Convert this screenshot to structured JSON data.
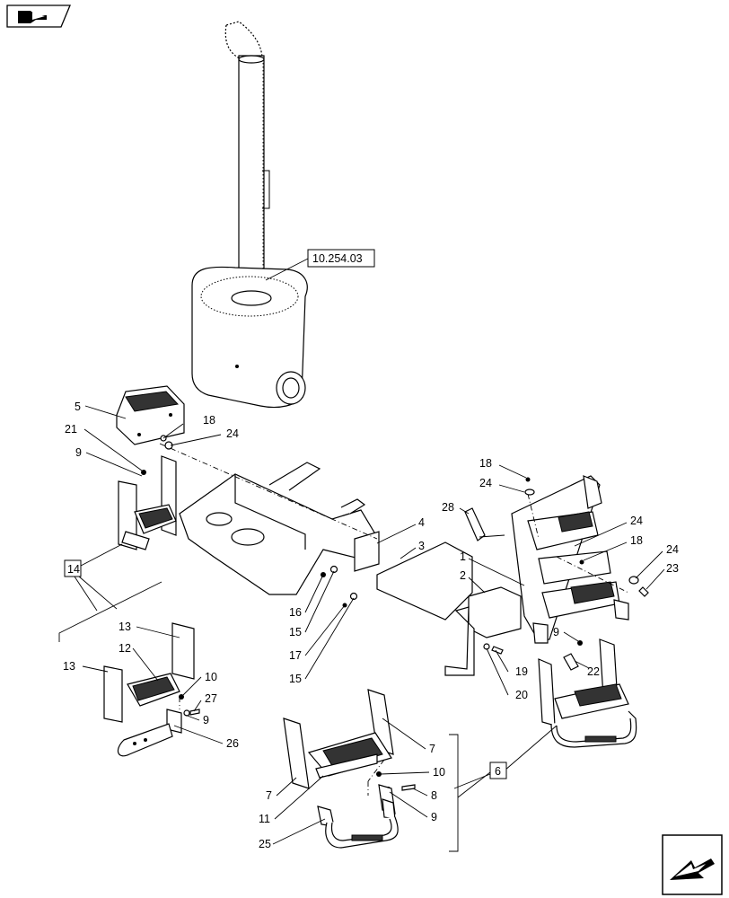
{
  "references": {
    "exhaust_ref": "10.254.03",
    "box_14": "14",
    "box_6": "6"
  },
  "callouts": {
    "c1": "1",
    "c2": "2",
    "c3": "3",
    "c4": "4",
    "c5": "5",
    "c7a": "7",
    "c7b": "7",
    "c8": "8",
    "c9a": "9",
    "c9b": "9",
    "c9c": "9",
    "c9d": "9",
    "c10a": "10",
    "c10b": "10",
    "c11": "11",
    "c12": "12",
    "c13a": "13",
    "c13b": "13",
    "c15a": "15",
    "c15b": "15",
    "c16": "16",
    "c17": "17",
    "c18a": "18",
    "c18b": "18",
    "c18c": "18",
    "c19": "19",
    "c20": "20",
    "c21": "21",
    "c22": "22",
    "c23": "23",
    "c24a": "24",
    "c24b": "24",
    "c24c": "24",
    "c24d": "24",
    "c25": "25",
    "c26": "26",
    "c27": "27",
    "c28": "28"
  },
  "icons": {
    "top_left": "catalog-book-icon",
    "bottom_right": "next-page-arrow-icon"
  }
}
